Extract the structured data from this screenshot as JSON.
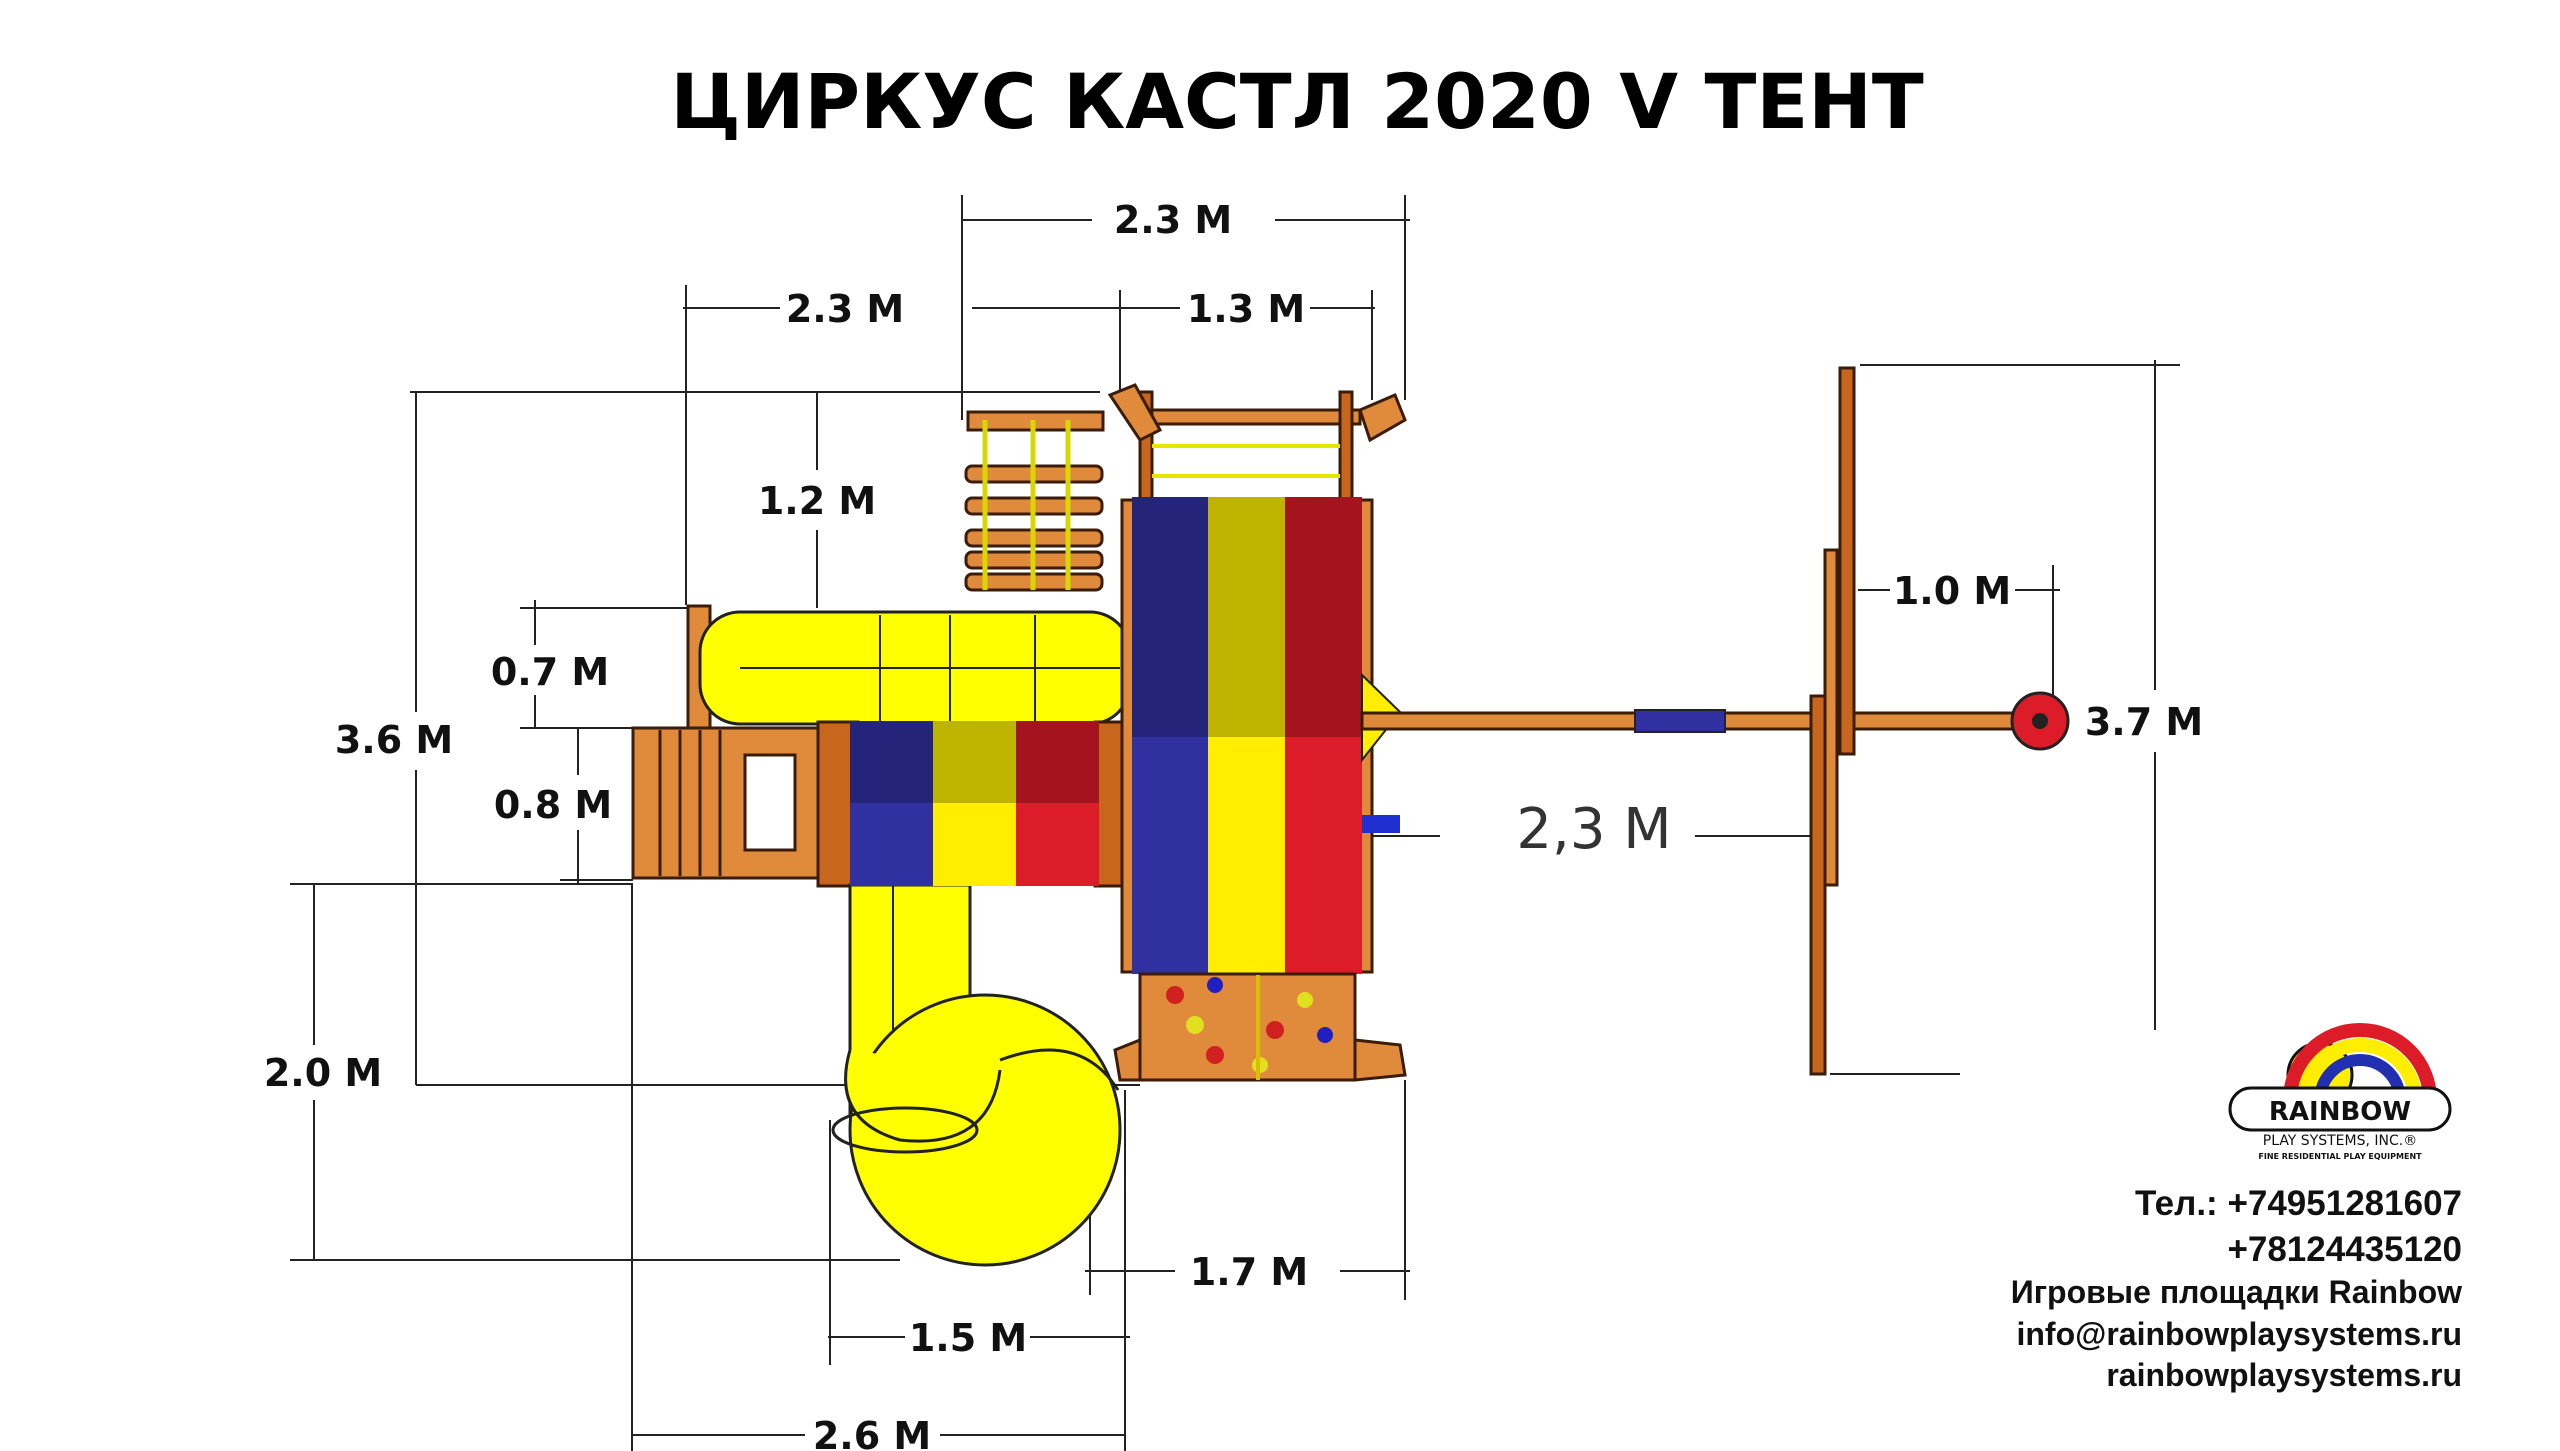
{
  "title": "ЦИРКУС КАСТЛ 2020 V ТЕНТ",
  "dimensions": {
    "top_total": "2.3 M",
    "top_left": "2.3 M",
    "top_right": "1.3 M",
    "rope_ladder": "1.2 M",
    "tube_slide": "0.7 M",
    "overall_depth": "3.6 M",
    "wall": "0.8 M",
    "slide_extension": "2.0 M",
    "swing_spacing": "1.0 M",
    "swing_beam_height": "3.7 M",
    "swing_beam_length": "2,3 M",
    "right_bottom": "1.7 M",
    "spiral_slide": "1.5 M",
    "bottom_total": "2.6 M"
  },
  "logo": {
    "brand": "RAINBOW",
    "sub": "PLAY SYSTEMS, INC.®",
    "tagline": "FINE RESIDENTIAL PLAY EQUIPMENT"
  },
  "contact": {
    "phone1": "Тел.: +74951281607",
    "phone2": "+78124435120",
    "company": "Игровые площадки Rainbow",
    "email": "info@rainbowplaysystems.ru",
    "website": "rainbowplaysystems.ru"
  },
  "colors": {
    "blue_dark": "#24247a",
    "blue": "#3030a0",
    "yellow_dark": "#bdb400",
    "yellow": "#ffee00",
    "red_dark": "#a3141e",
    "red": "#dc1c28",
    "wood": "#e08a3c",
    "slide": "#ffff00"
  }
}
